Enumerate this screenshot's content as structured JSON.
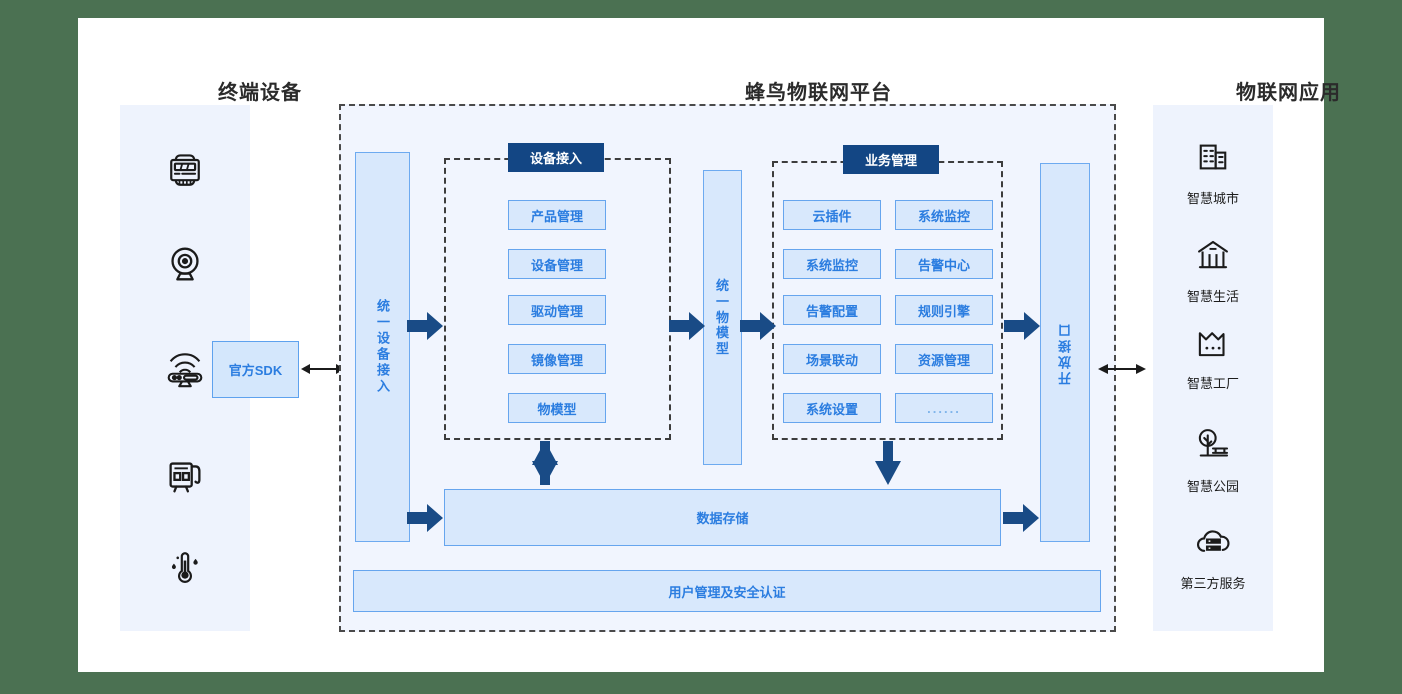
{
  "titles": {
    "left": "终端设备",
    "center": "蜂鸟物联网平台",
    "right": "物联网应用"
  },
  "colors": {
    "page_background": "#4b7152",
    "canvas": "#ffffff",
    "panel_fill": "#eef3fd",
    "platform_fill": "#f1f5fe",
    "card_fill": "#d8e8fc",
    "card_border": "#66a5ee",
    "card_text": "#2b7de0",
    "group_header_fill": "#134684",
    "group_header_text": "#ffffff",
    "arrow_navy": "#194b86",
    "dashed_border": "#3d3d3d"
  },
  "devices": {
    "icons": [
      {
        "name": "smart-meter-icon"
      },
      {
        "name": "camera-icon"
      },
      {
        "name": "router-icon"
      },
      {
        "name": "industrial-controller-icon"
      },
      {
        "name": "temperature-humidity-sensor-icon"
      }
    ],
    "sdk_label": "官方SDK"
  },
  "platform": {
    "unified_access_label": "统一设备接入",
    "unified_model_chars": [
      "统",
      "一",
      "物",
      "模",
      "型"
    ],
    "open_interface_label": "开放接口",
    "device_access": {
      "header": "设备接入",
      "items": [
        "产品管理",
        "设备管理",
        "驱动管理",
        "镜像管理",
        "物模型"
      ]
    },
    "business_management": {
      "header": "业务管理",
      "column_a": [
        "云插件",
        "系统监控",
        "告警配置",
        "场景联动",
        "系统设置"
      ],
      "column_b": [
        "系统监控",
        "告警中心",
        "规则引擎",
        "资源管理",
        "......"
      ]
    },
    "data_storage_label": "数据存储",
    "user_management_label": "用户管理及安全认证"
  },
  "applications": [
    {
      "label": "智慧城市",
      "icon": "buildings-icon"
    },
    {
      "label": "智慧生活",
      "icon": "house-icon"
    },
    {
      "label": "智慧工厂",
      "icon": "factory-icon"
    },
    {
      "label": "智慧公园",
      "icon": "park-tree-icon"
    },
    {
      "label": "第三方服务",
      "icon": "cloud-server-icon"
    }
  ]
}
